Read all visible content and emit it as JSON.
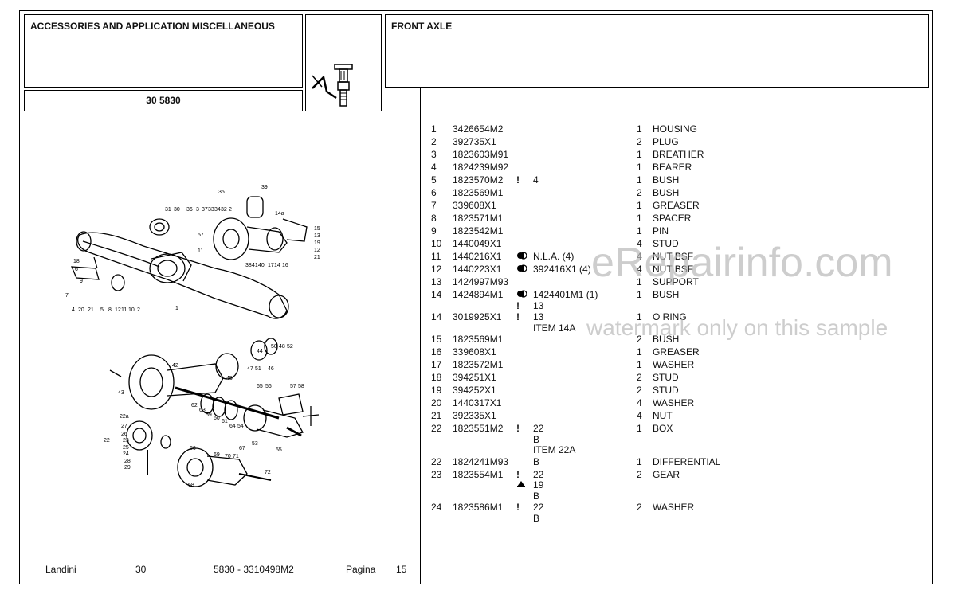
{
  "header": {
    "section_title": "ACCESSORIES AND APPLICATION MISCELLANEOUS",
    "model_code": "30 5830",
    "group_title": "FRONT AXLE"
  },
  "icons": {
    "group_icon": "grease-nipple-icon",
    "flag_marker": "exclamation-mark",
    "nla_symbol": "half-filled-circle-pair-icon",
    "variant_symbol": "small-triangle-icon"
  },
  "diagram": {
    "upper_labels": [
      "35",
      "39",
      "31",
      "30",
      "36",
      "3",
      "37",
      "33",
      "34",
      "32",
      "2",
      "14a",
      "15",
      "13",
      "19",
      "12",
      "21",
      "57",
      "11",
      "16",
      "38",
      "41",
      "40",
      "17",
      "14",
      "18",
      "6",
      "9",
      "7",
      "4",
      "20",
      "21",
      "5",
      "8",
      "12",
      "11",
      "10",
      "2",
      "1"
    ],
    "lower_labels": [
      "44",
      "50",
      "48",
      "52",
      "47",
      "51",
      "46",
      "45",
      "42",
      "43",
      "65",
      "56",
      "57",
      "58",
      "22a",
      "27",
      "26",
      "23",
      "25",
      "24",
      "28",
      "29",
      "22",
      "62",
      "63",
      "59",
      "60",
      "61",
      "64",
      "54",
      "53",
      "55",
      "66",
      "68",
      "69",
      "70",
      "71",
      "67",
      "72"
    ]
  },
  "parts": [
    {
      "item": "1",
      "part": "3426654M2",
      "flag": "",
      "ref": "",
      "qty": "1",
      "desc": "HOUSING"
    },
    {
      "item": "2",
      "part": "392735X1",
      "flag": "",
      "ref": "",
      "qty": "2",
      "desc": "PLUG"
    },
    {
      "item": "3",
      "part": "1823603M91",
      "flag": "",
      "ref": "",
      "qty": "1",
      "desc": "BREATHER"
    },
    {
      "item": "4",
      "part": "1824239M92",
      "flag": "",
      "ref": "",
      "qty": "1",
      "desc": "BEARER"
    },
    {
      "item": "5",
      "part": "1823570M2",
      "flag": "!",
      "ref": "4",
      "qty": "1",
      "desc": "BUSH"
    },
    {
      "item": "6",
      "part": "1823569M1",
      "flag": "",
      "ref": "",
      "qty": "2",
      "desc": "BUSH"
    },
    {
      "item": "7",
      "part": "339608X1",
      "flag": "",
      "ref": "",
      "qty": "1",
      "desc": "GREASER"
    },
    {
      "item": "8",
      "part": "1823571M1",
      "flag": "",
      "ref": "",
      "qty": "1",
      "desc": "SPACER"
    },
    {
      "item": "9",
      "part": "1823542M1",
      "flag": "",
      "ref": "",
      "qty": "1",
      "desc": "PIN"
    },
    {
      "item": "10",
      "part": "1440049X1",
      "flag": "",
      "ref": "",
      "qty": "4",
      "desc": "STUD"
    },
    {
      "item": "11",
      "part": "1440216X1",
      "flag": "sym",
      "ref": "N.L.A.  (4)",
      "qty": "4",
      "desc": "NUT BSF"
    },
    {
      "item": "12",
      "part": "1440223X1",
      "flag": "sym",
      "ref": "392416X1  (4)",
      "qty": "4",
      "desc": "NUT BSF"
    },
    {
      "item": "13",
      "part": "1424997M93",
      "flag": "",
      "ref": "",
      "qty": "1",
      "desc": "SUPPORT"
    },
    {
      "item": "14",
      "part": "1424894M1",
      "flag": "sym",
      "ref": "1424401M1  (1)",
      "qty": "1",
      "desc": "BUSH",
      "extra": [
        {
          "flag": "!",
          "ref": "13"
        }
      ]
    },
    {
      "item": "14",
      "part": "3019925X1",
      "flag": "!",
      "ref": "13",
      "qty": "1",
      "desc": "O RING",
      "extra": [
        {
          "flag": "",
          "ref": "ITEM 14A"
        }
      ]
    },
    {
      "item": "15",
      "part": "1823569M1",
      "flag": "",
      "ref": "",
      "qty": "2",
      "desc": "BUSH"
    },
    {
      "item": "16",
      "part": "339608X1",
      "flag": "",
      "ref": "",
      "qty": "1",
      "desc": "GREASER"
    },
    {
      "item": "17",
      "part": "1823572M1",
      "flag": "",
      "ref": "",
      "qty": "1",
      "desc": "WASHER"
    },
    {
      "item": "18",
      "part": "394251X1",
      "flag": "",
      "ref": "",
      "qty": "2",
      "desc": "STUD"
    },
    {
      "item": "19",
      "part": "394252X1",
      "flag": "",
      "ref": "",
      "qty": "2",
      "desc": "STUD"
    },
    {
      "item": "20",
      "part": "1440317X1",
      "flag": "",
      "ref": "",
      "qty": "4",
      "desc": "WASHER"
    },
    {
      "item": "21",
      "part": "392335X1",
      "flag": "",
      "ref": "",
      "qty": "4",
      "desc": "NUT"
    },
    {
      "item": "22",
      "part": "1823551M2",
      "flag": "!",
      "ref": "22",
      "qty": "1",
      "desc": "BOX",
      "extra": [
        {
          "flag": "",
          "ref": "B"
        },
        {
          "flag": "",
          "ref": "ITEM 22A"
        }
      ]
    },
    {
      "item": "22",
      "part": "1824241M93",
      "flag": "",
      "ref": "B",
      "qty": "1",
      "desc": "DIFFERENTIAL"
    },
    {
      "item": "23",
      "part": "1823554M1",
      "flag": "!",
      "ref": "22",
      "qty": "2",
      "desc": "GEAR",
      "extra": [
        {
          "flag": "tri",
          "ref": "19"
        },
        {
          "flag": "",
          "ref": "B"
        }
      ]
    },
    {
      "item": "24",
      "part": "1823586M1",
      "flag": "!",
      "ref": "22",
      "qty": "2",
      "desc": "WASHER",
      "extra": [
        {
          "flag": "",
          "ref": "B"
        }
      ]
    }
  ],
  "footer": {
    "brand": "Landini",
    "series": "30",
    "model_ref": "5830 - 3310498M2",
    "page_label": "Pagina",
    "page_number": "15"
  },
  "watermark": {
    "main": "eRepairinfo.com",
    "note": "watermark only on this sample"
  }
}
